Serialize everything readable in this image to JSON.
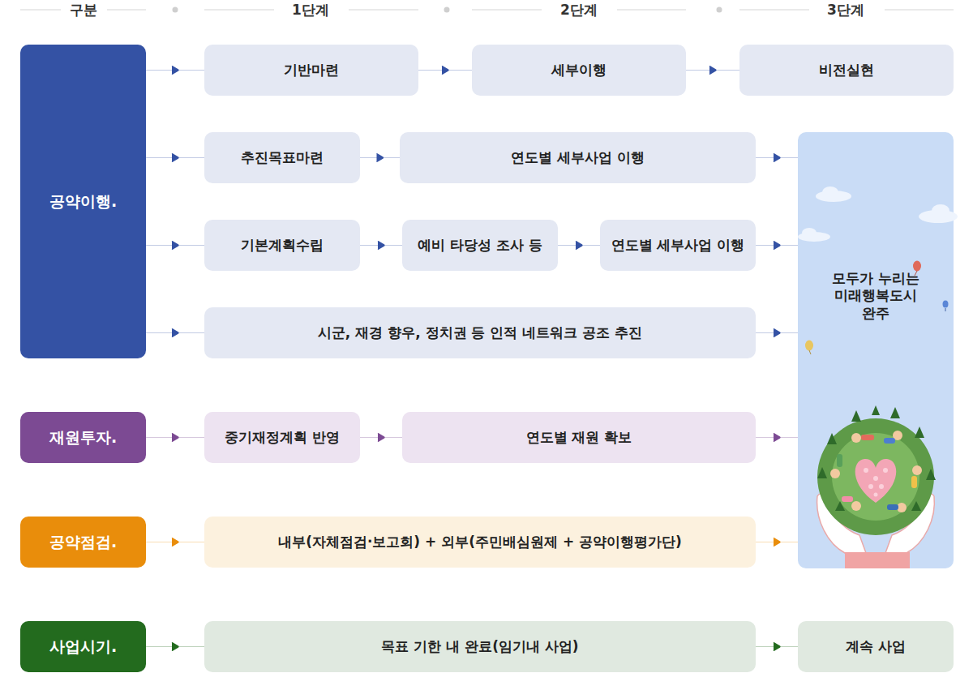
{
  "diagram": {
    "nodes": [
      {
        "text": [
          "공약이행."
        ]
      },
      {
        "text": [
          "기반마련"
        ]
      },
      {
        "text": [
          "세부이행"
        ]
      },
      {
        "text": [
          "비전실현"
        ]
      },
      {
        "text": [
          "추진목표마련"
        ]
      },
      {
        "text": [
          "연도별 세부사업 이행"
        ]
      },
      {
        "text": [
          "모두가 누리는 미래행복도시 완주"
        ]
      },
      {
        "text": [
          "기본계획수립"
        ]
      },
      {
        "text": [
          "예비 타당성 조사 등"
        ]
      },
      {
        "text": [
          "연도별 세부사업 이행"
        ]
      },
      {
        "text": [
          "시군, 재경 향우, 정치권 등 인적 네트워크 공조 추진"
        ]
      },
      {
        "text": [
          "재원투자."
        ]
      },
      {
        "text": [
          "중기재정계획 반영"
        ]
      },
      {
        "text": [
          "연도별 재원 확보"
        ]
      },
      {
        "text": [
          "공약점검."
        ]
      },
      {
        "text": [
          "내부(자체점검·보고회) + 외부(주민배심원제 + 공약이행평가단)"
        ]
      },
      {
        "text": [
          "사업시기."
        ]
      },
      {
        "text": [
          "목표 기한 내 완료(임기내 사업)"
        ]
      },
      {
        "text": [
          "계속 사업"
        ]
      }
    ],
    "edges": [
      {
        "from": 0,
        "to": 1,
        "arrow": "to"
      },
      {
        "from": 1,
        "to": 2,
        "arrow": "to"
      },
      {
        "from": 2,
        "to": 3,
        "arrow": "to"
      },
      {
        "from": 0,
        "to": 4,
        "arrow": "to"
      },
      {
        "from": 4,
        "to": 5,
        "arrow": "to"
      },
      {
        "from": 5,
        "to": 6,
        "arrow": "to"
      },
      {
        "from": 0,
        "to": 7,
        "arrow": "to"
      },
      {
        "from": 7,
        "to": 8,
        "arrow": "to"
      },
      {
        "from": 8,
        "to": 9,
        "arrow": "to"
      },
      {
        "from": 9,
        "to": 6,
        "arrow": "to"
      },
      {
        "from": 0,
        "to": 10,
        "arrow": "to"
      },
      {
        "from": 10,
        "to": 6,
        "arrow": "to"
      },
      {
        "from": 11,
        "to": 12,
        "arrow": "to"
      },
      {
        "from": 12,
        "to": 13,
        "arrow": "to"
      },
      {
        "from": 13,
        "to": 6,
        "arrow": "to"
      },
      {
        "from": 14,
        "to": 15,
        "arrow": "to"
      },
      {
        "from": 15,
        "to": 6,
        "arrow": "to"
      },
      {
        "from": 16,
        "to": 17,
        "arrow": "to"
      },
      {
        "from": 17,
        "to": 18,
        "arrow": "to"
      }
    ],
    "labels": [
      "구분",
      "1단계",
      "2단계",
      "3단계"
    ]
  }
}
